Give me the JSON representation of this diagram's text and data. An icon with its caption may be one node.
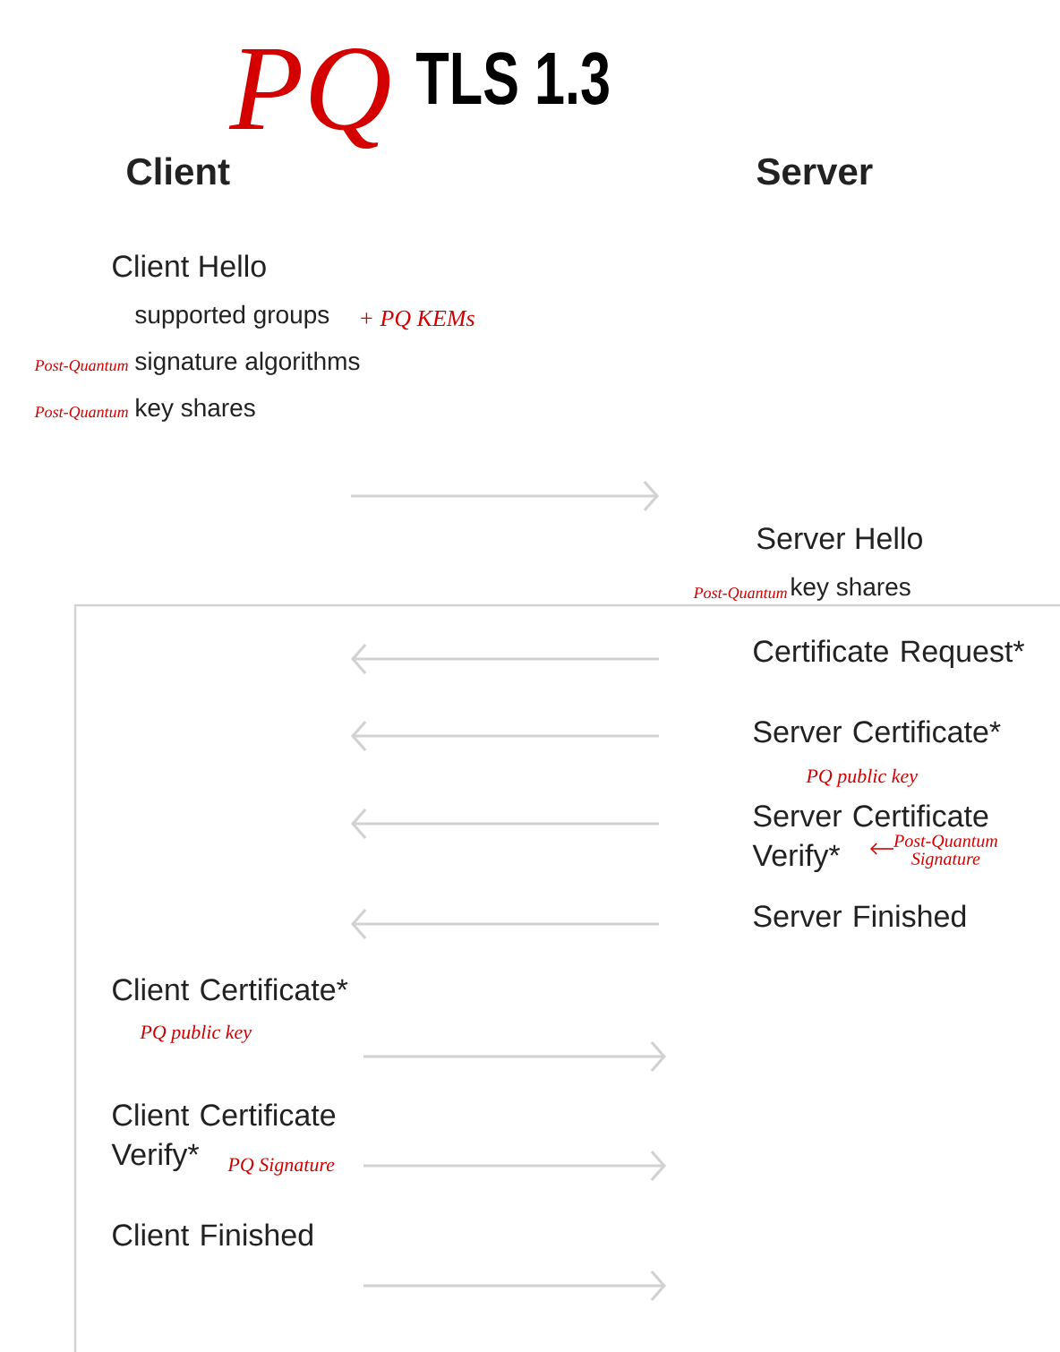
{
  "diagram": {
    "title": "TLS 1.3",
    "nodes": [
      {
        "text": [
          "Client Hello",
          "supported groups",
          "signature algorithms",
          "key shares"
        ],
        "beside": [
          "+ PQ KEMs",
          "Post-Quantum",
          "Post-Quantum"
        ]
      },
      {
        "text": [
          "Server Hello",
          "key shares"
        ],
        "beside": [
          "Post-Quantum"
        ]
      },
      {
        "text": [
          "Certificate Request*"
        ]
      },
      {
        "text": [
          "Server Certificate*"
        ],
        "beside": [
          "PQ public key"
        ]
      },
      {
        "text": [
          "Server Certificate Verify*"
        ],
        "beside": [
          "Post-Quantum Signature"
        ]
      },
      {
        "text": [
          "Server Finished"
        ]
      },
      {
        "text": [
          "Client Certificate*"
        ],
        "beside": [
          "PQ public key"
        ]
      },
      {
        "text": [
          "Client Certificate Verify*"
        ],
        "beside": [
          "PQ Signature"
        ]
      },
      {
        "text": [
          "Client Finished"
        ]
      }
    ],
    "edges": [
      {
        "from": 0,
        "to": null,
        "arrow": "to"
      },
      {
        "from": 2,
        "to": null,
        "arrow": "to"
      },
      {
        "from": 3,
        "to": null,
        "arrow": "to"
      },
      {
        "from": 4,
        "to": null,
        "arrow": "to"
      },
      {
        "from": 5,
        "to": null,
        "arrow": "to"
      },
      {
        "from": 6,
        "to": null,
        "arrow": "to"
      },
      {
        "from": 7,
        "to": null,
        "arrow": "to"
      },
      {
        "from": 8,
        "to": null,
        "arrow": "to"
      }
    ],
    "labels": [
      "PQ",
      "Client",
      "Server"
    ]
  }
}
